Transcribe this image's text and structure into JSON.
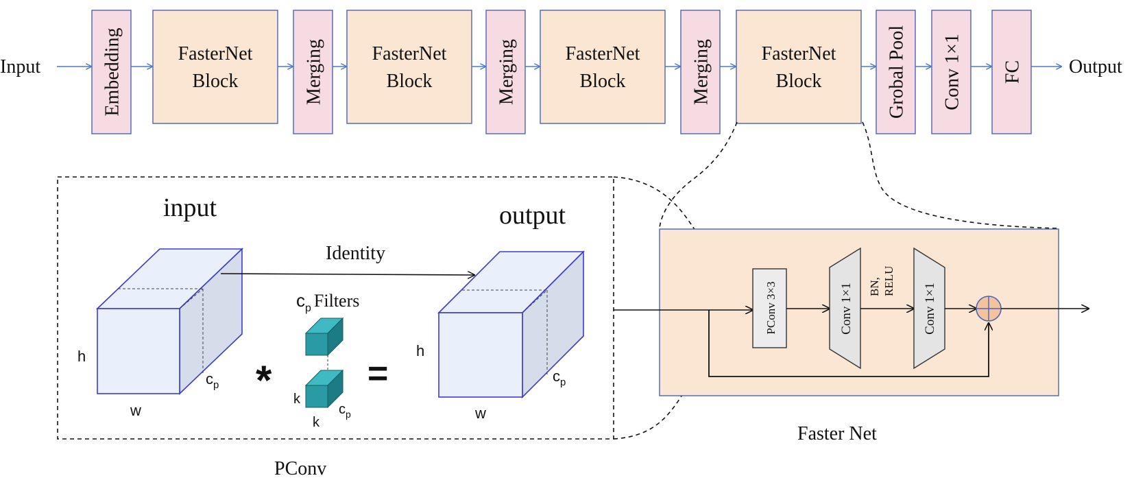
{
  "pipeline": {
    "input_label": "Input",
    "output_label": "Output",
    "stages": [
      {
        "label": "Embedding",
        "kind": "pink"
      },
      {
        "label": "FasterNet\nBlock",
        "kind": "block"
      },
      {
        "label": "Merging",
        "kind": "pink"
      },
      {
        "label": "FasterNet\nBlock",
        "kind": "block"
      },
      {
        "label": "Merging",
        "kind": "pink"
      },
      {
        "label": "FasterNet\nBlock",
        "kind": "block"
      },
      {
        "label": "Merging",
        "kind": "pink"
      },
      {
        "label": "FasterNet\nBlock",
        "kind": "block"
      },
      {
        "label": "Grobal Pool",
        "kind": "pink"
      },
      {
        "label": "Conv 1×1",
        "kind": "pink"
      },
      {
        "label": "FC",
        "kind": "pink"
      }
    ]
  },
  "pconv": {
    "caption": "PConv",
    "input_title": "input",
    "output_title": "output",
    "identity_label": "Identity",
    "filters_label": "Filters",
    "cp_base": "c",
    "cp_sub": "p",
    "h_label": "h",
    "w_label": "w",
    "k_label": "k",
    "star_symbol": "*",
    "equals_symbol": "="
  },
  "fasternet": {
    "caption": "Faster Net",
    "pconv_label": "PConv 3×3",
    "conv1_label": "Conv 1×1",
    "conv2_label": "Conv 1×1",
    "bn_label": "BN,",
    "relu_label": "RELU"
  },
  "colors": {
    "pink_fill": "#f7dbe2",
    "block_fill": "#fbe5d3",
    "panel_fill": "#fbe5d3",
    "stroke_blue": "#4a64b8",
    "arrow_blue": "#4f78c8",
    "cube_front": "#e9effb",
    "cube_side": "#d5dcea",
    "filter_front": "#2a9aa4",
    "filter_top": "#3fb9c2",
    "filter_side": "#1c7b85",
    "trap_fill": "#e4e4e4",
    "adder_fill": "#f2c39d"
  }
}
